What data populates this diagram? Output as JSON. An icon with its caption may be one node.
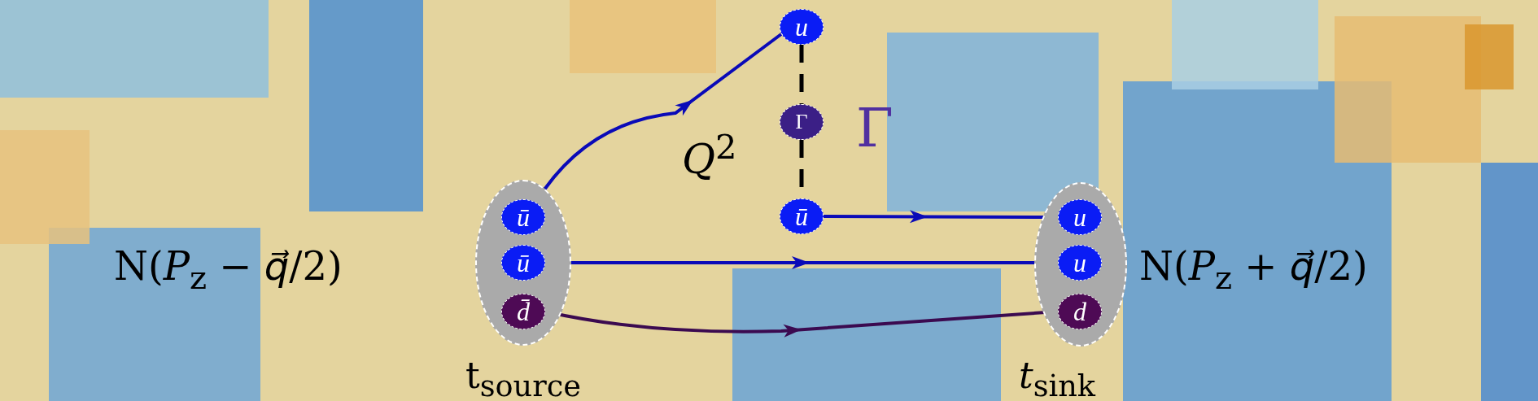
{
  "diagram": {
    "nodes": [
      {
        "text": [],
        "shape": "ellipse",
        "beside": [
          "N(*P*$_{z}$ − *q⃗*/2)",
          "t$_{source}$"
        ]
      },
      {
        "text": [
          "ū"
        ],
        "in": 0
      },
      {
        "text": [
          "ū"
        ],
        "in": 0
      },
      {
        "text": [
          "d̄"
        ],
        "in": 0
      },
      {
        "text": [
          "u"
        ]
      },
      {
        "text": [
          "Γ"
        ]
      },
      {
        "text": [
          "ū"
        ]
      },
      {
        "text": [],
        "shape": "ellipse",
        "beside": [
          "N(*P*$_{z}$ + *q⃗*/2)",
          "*t*$_{sink}$"
        ]
      },
      {
        "text": [
          "u"
        ],
        "in": 7
      },
      {
        "text": [
          "u"
        ],
        "in": 7
      },
      {
        "text": [
          "d"
        ],
        "in": 7
      }
    ],
    "edges": [
      {
        "from": 1,
        "to": 4,
        "arrow": "to"
      },
      {
        "from": 4,
        "to": 5,
        "arrow": "none",
        "style": "dashed",
        "color": "#000000"
      },
      {
        "from": 5,
        "to": 6,
        "arrow": "none",
        "style": "dashed",
        "color": "#000000"
      },
      {
        "from": 6,
        "to": 8,
        "arrow": "to"
      },
      {
        "from": 2,
        "to": 9,
        "arrow": "to"
      },
      {
        "from": 3,
        "to": 10,
        "arrow": "to",
        "color": "#3b0a50"
      }
    ],
    "labels": [
      "*Q*$^{2}$",
      "Γ"
    ]
  }
}
